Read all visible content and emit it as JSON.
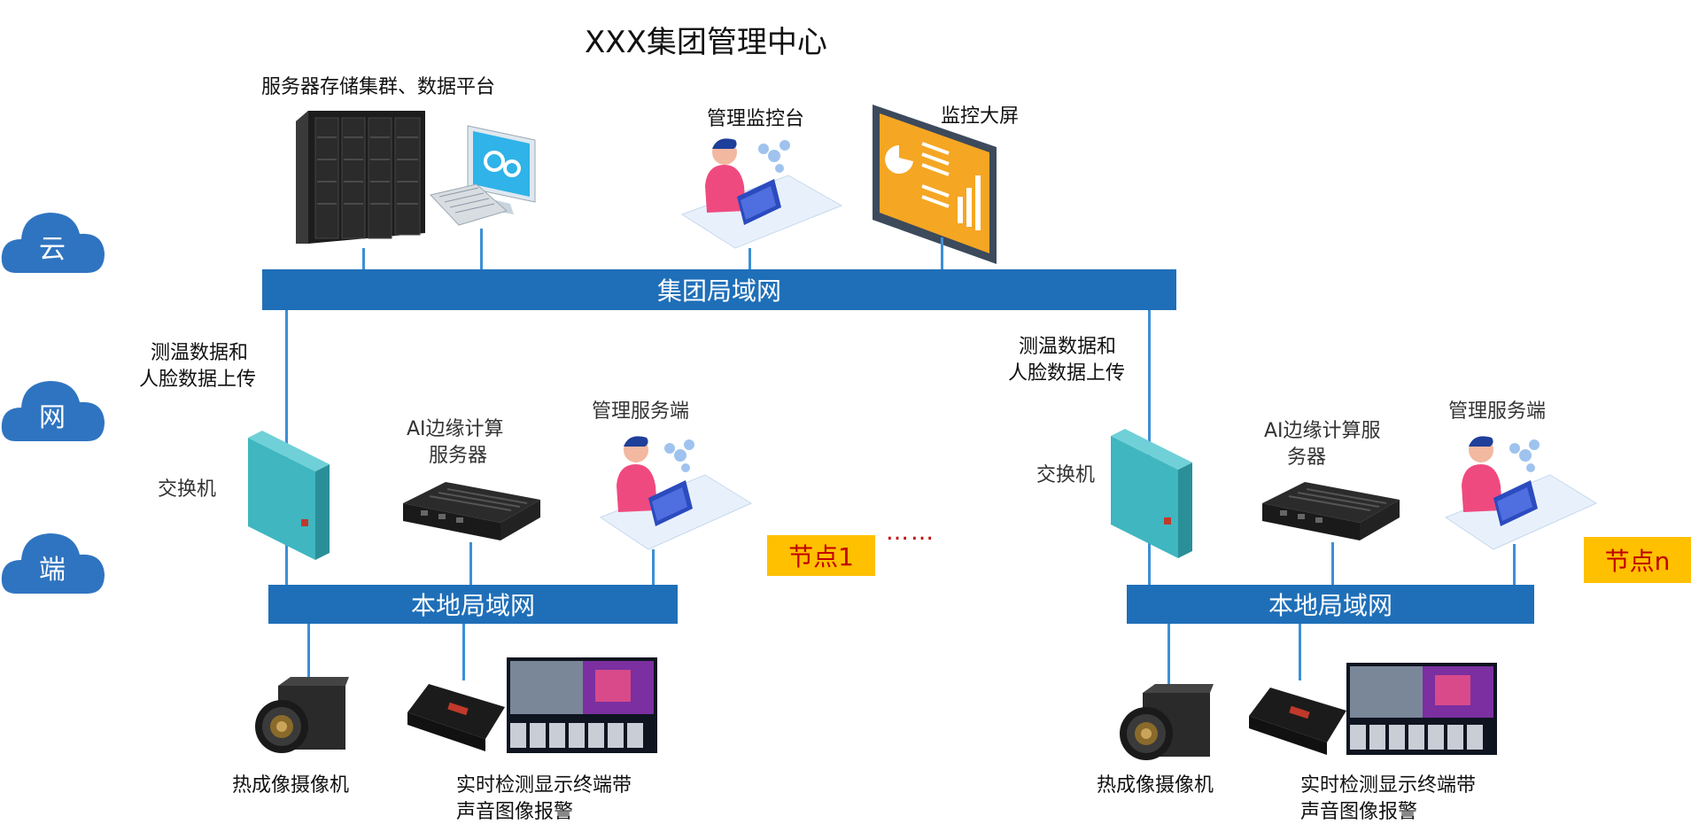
{
  "title": "XXX集团管理中心",
  "tiers": {
    "cloud": "云",
    "network": "网",
    "edge": "端"
  },
  "top": {
    "server_label": "服务器存储集群、数据平台",
    "console_label": "管理监控台",
    "screen_label": "监控大屏",
    "group_lan": "集团局域网"
  },
  "upload_label_left_line1": "测温数据和",
  "upload_label_left_line2": "人脸数据上传",
  "upload_label_right_line1": "测温数据和",
  "upload_label_right_line2": "人脸数据上传",
  "node1": {
    "switch_label": "交换机",
    "ai_label_line1": "AI边缘计算",
    "ai_label_line2": "服务器",
    "mgmt_label": "管理服务端",
    "badge": "节点1",
    "local_lan": "本地局域网",
    "camera_label": "热成像摄像机",
    "terminal_label_line1": "实时检测显示终端带",
    "terminal_label_line2": "声音图像报警"
  },
  "ellipsis": "……",
  "noden": {
    "switch_label": "交换机",
    "ai_label_line1": "AI边缘计算服",
    "ai_label_line2": "务器",
    "mgmt_label": "管理服务端",
    "badge": "节点n",
    "local_lan": "本地局域网",
    "camera_label": "热成像摄像机",
    "terminal_label_line1": "实时检测显示终端带",
    "terminal_label_line2": "声音图像报警"
  },
  "colors": {
    "lan_bar": "#1f6fb8",
    "cloud": "#2f74c0",
    "badge_bg": "#ffc000",
    "badge_text": "#c00000"
  }
}
